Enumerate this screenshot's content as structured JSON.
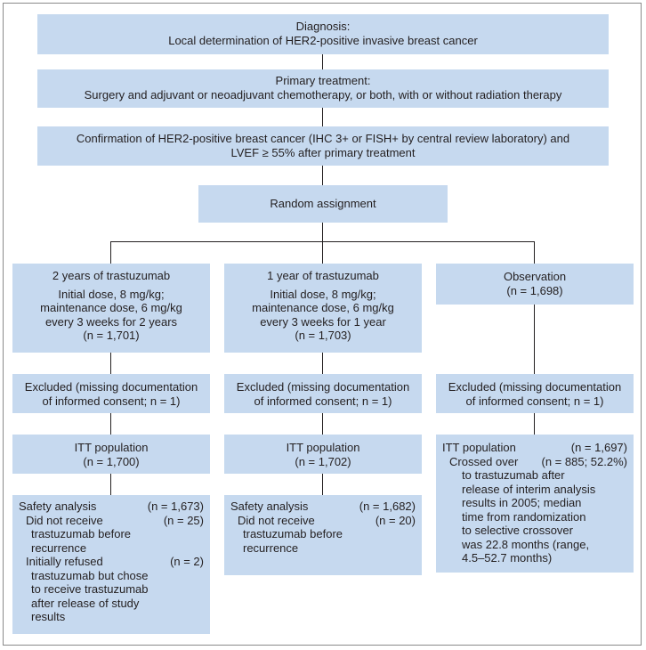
{
  "diagnosis": {
    "title": "Diagnosis:",
    "text": "Local determination of HER2-positive invasive breast cancer"
  },
  "primary": {
    "title": "Primary treatment:",
    "text": "Surgery and adjuvant or neoadjuvant chemotherapy, or both, with or without radiation therapy"
  },
  "confirmation": {
    "line1": "Confirmation of HER2-positive breast cancer (IHC 3+ or FISH+ by central review laboratory) and",
    "line2": "LVEF ≥ 55% after primary treatment"
  },
  "random": {
    "text": "Random assignment"
  },
  "arms": [
    {
      "title": "2 years of trastuzumab",
      "lines": [
        "Initial dose, 8 mg/kg;",
        "maintenance dose, 6 mg/kg",
        "every 3 weeks for 2 years",
        "(n = 1,701)"
      ],
      "excluded": [
        "Excluded (missing documentation",
        "of informed consent; n = 1)"
      ],
      "itt": [
        "ITT population",
        "(n = 1,700)"
      ],
      "safety": {
        "label": "Safety analysis",
        "n": "(n = 1,673)",
        "sub1_lines": [
          "Did not receive",
          "trastuzumab before",
          "recurrence"
        ],
        "sub1_n": "(n = 25)",
        "sub2_lines": [
          "Initially refused",
          "trastuzumab but chose",
          "to receive trastuzumab",
          "after release of study",
          "results"
        ],
        "sub2_n": "(n = 2)"
      }
    },
    {
      "title": "1 year of trastuzumab",
      "lines": [
        "Initial dose, 8 mg/kg;",
        "maintenance dose, 6 mg/kg",
        "every 3 weeks for 1 year",
        "(n = 1,703)"
      ],
      "excluded": [
        "Excluded (missing documentation",
        "of informed consent; n = 1)"
      ],
      "itt": [
        "ITT population",
        "(n = 1,702)"
      ],
      "safety": {
        "label": "Safety analysis",
        "n": "(n = 1,682)",
        "sub1_lines": [
          "Did not receive",
          "trastuzumab before",
          "recurrence"
        ],
        "sub1_n": "(n = 20)"
      }
    },
    {
      "title": "Observation",
      "lines": [
        "(n = 1,698)"
      ],
      "excluded": [
        "Excluded (missing documentation",
        "of informed consent; n = 1)"
      ],
      "itt": {
        "label": "ITT population",
        "n": "(n = 1,697)",
        "crossed_label": "Crossed over",
        "crossed_n": "(n = 885; 52.2%)",
        "crossed_lines": [
          "to trastuzumab after",
          "release of interim analysis",
          "results in 2005; median",
          "time from randomization",
          "to selective crossover",
          "was 22.8 months (range,",
          "4.5–52.7 months)"
        ]
      }
    }
  ]
}
